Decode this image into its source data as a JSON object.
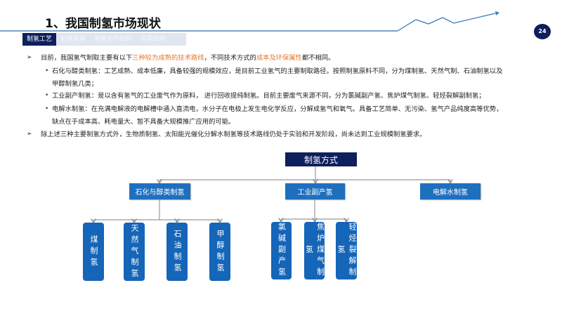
{
  "header": {
    "title": "1、我国制氢市场现状",
    "page_number": "24"
  },
  "tabs": [
    {
      "label": "制氢工艺",
      "active": true
    },
    {
      "label": "制氢规模",
      "active": false
    },
    {
      "label": "氢能生产结构",
      "active": false
    },
    {
      "label": "供需结构",
      "active": false
    }
  ],
  "content": {
    "p1_pre": "目前，我国氢气制取主要有以下",
    "p1_hl1": "三种较为成熟的技术路线",
    "p1_mid": "，不同技术方式的",
    "p1_hl2": "成本及环保属性",
    "p1_post": "都不相同。",
    "b1_l1": "石化与醇类制氢：工艺成熟、成本低廉，具备较强的规模效应，是目前工业氢气的主要制取路径。按照制氢原料不同，分为煤制氢、天然气制、石油制氢以及",
    "b1_l2": "甲醇制氢几类；",
    "b2": "工业副产制氢：是以含有氢气的工业废气作为原料， 进行回收提纯制氢。目前主要废气来源不同，分为氯碱副产氢、焦炉煤气制氢、轻烃裂解副制氢；",
    "b3_l1": "电解水制氢：在充满电解液的电解槽中通入直流电，水分子在电极上发生电化学反应，分解成氢气和氧气。具备工艺简单、无污染、氢气产品纯度高等优势，",
    "b3_l2": "缺点在于成本高、耗电量大、暂不具备大规模推广应用的可能。",
    "p2": "除上述三种主要制氢方式外，生物质制氢、太阳能光催化分解水制氢等技术路线仍处于实验和开发阶段，尚未达到工业规模制氢要求。"
  },
  "diagram": {
    "root": "制氢方式",
    "branches": [
      {
        "label": "石化与醇类制氢",
        "leaves": [
          "煤制氢",
          "天然气制氢",
          "石油制氢",
          "甲醇制氢"
        ]
      },
      {
        "label": "工业副产氢",
        "leaves": [
          "氯碱副产氢",
          "焦炉煤气制氢",
          "轻烃裂解制氢"
        ]
      },
      {
        "label": "电解水制氢",
        "leaves": []
      }
    ]
  },
  "colors": {
    "navy": "#0d1f5c",
    "blue": "#1f6fbf",
    "highlight": "#e5782d"
  }
}
